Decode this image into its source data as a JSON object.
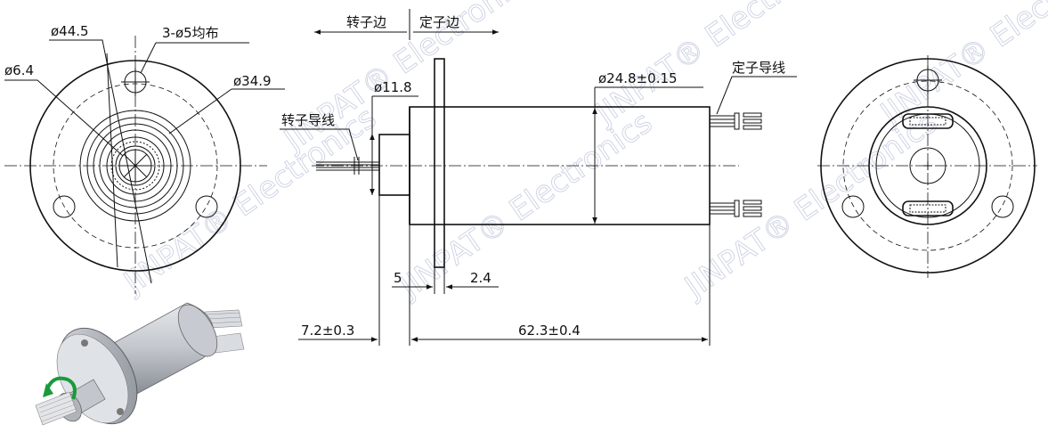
{
  "labels": {
    "rotor_side": "转子边",
    "stator_side": "定子边",
    "rotor_wire": "转子导线",
    "stator_wire": "定子导线",
    "holes": "3-ø5均布"
  },
  "dimensions": {
    "d_pcd": "ø44.5",
    "d_bore": "ø6.4",
    "d_inner": "ø34.9",
    "d_shaft": "ø11.8",
    "d_body": "ø24.8±0.15",
    "flange_thk": "5",
    "gap": "2.4",
    "shaft_len": "7.2±0.3",
    "body_len": "62.3±0.4"
  },
  "watermark": {
    "text": "JINPAT® Electronics"
  },
  "colors": {
    "line": "#111111",
    "watermark": "#c8cde0",
    "arrow_green": "#1a9a3a",
    "metal": "#b9bdc4"
  }
}
